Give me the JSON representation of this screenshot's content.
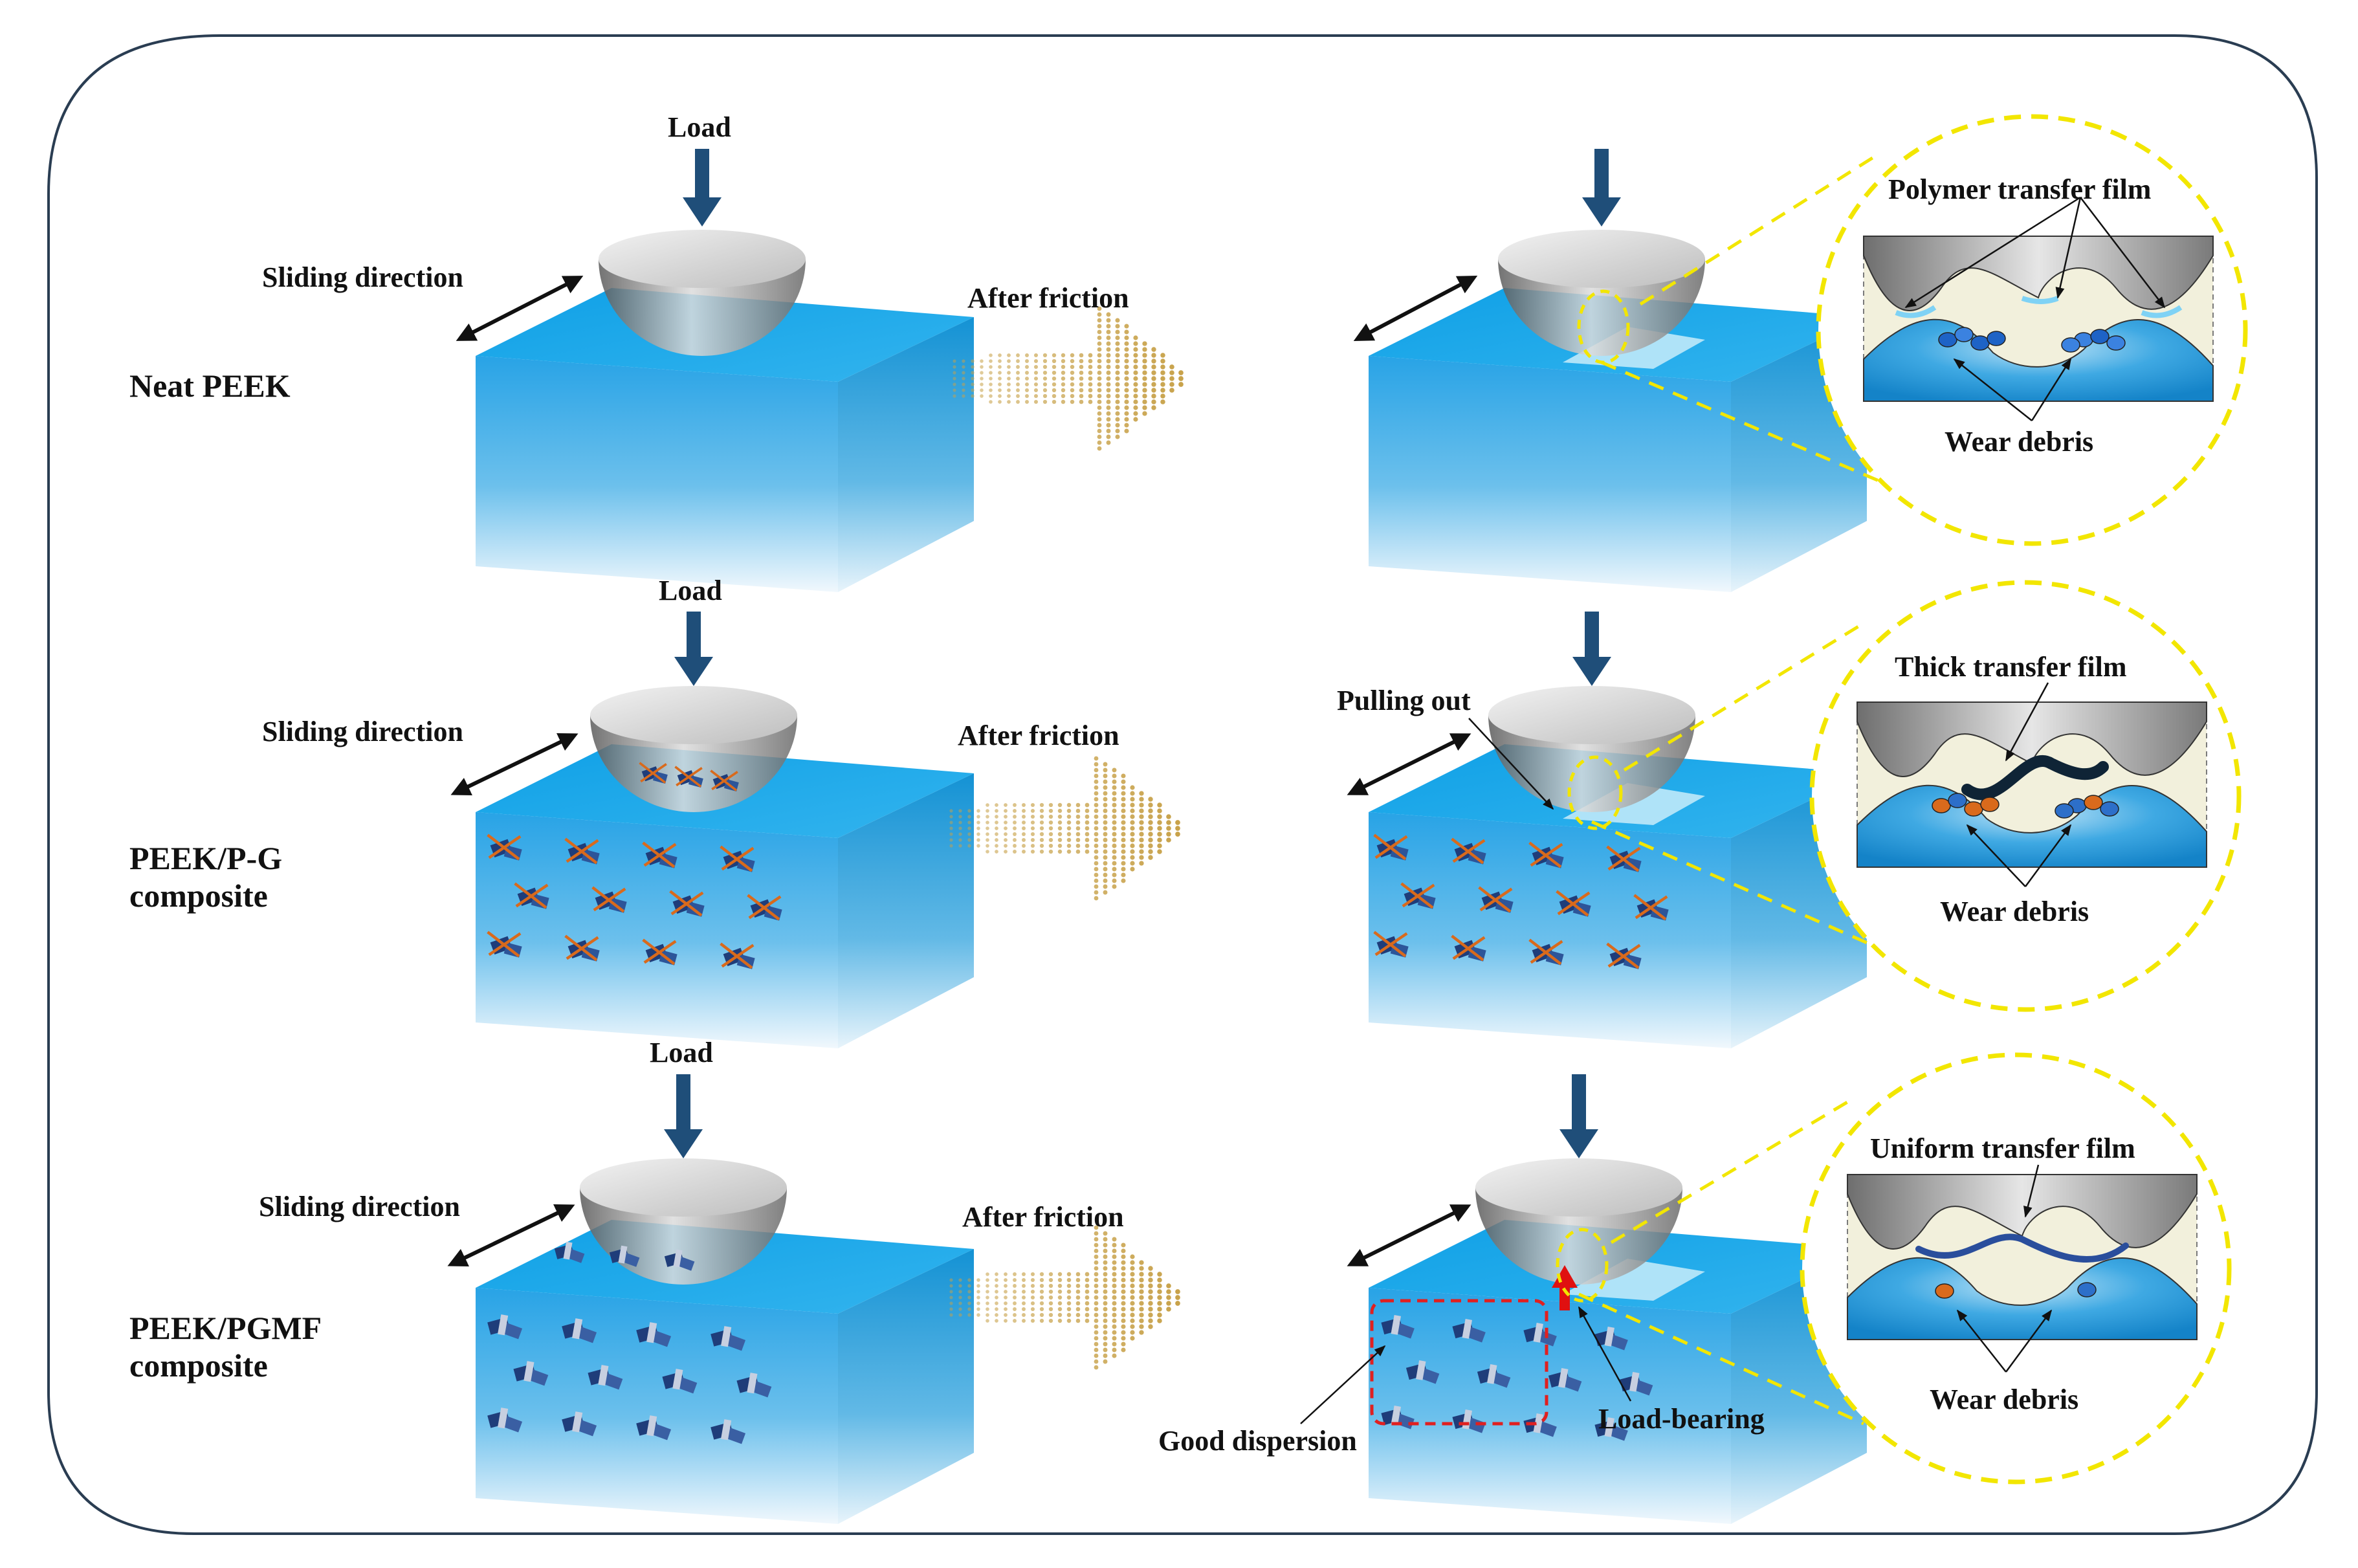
{
  "rows": [
    {
      "id": "neat-peek",
      "material_label": "Neat PEEK",
      "load_label": "Load",
      "sliding_label": "Sliding direction",
      "arrow_label": "After friction",
      "zoom": {
        "film_label": "Polymer transfer film",
        "debris_label": "Wear debris"
      }
    },
    {
      "id": "peek-pg",
      "material_label": "PEEK/P-G\ncomposite",
      "load_label": "Load",
      "sliding_label": "Sliding direction",
      "arrow_label": "After friction",
      "annotation": "Pulling out",
      "zoom": {
        "film_label": "Thick transfer film",
        "debris_label": "Wear debris"
      }
    },
    {
      "id": "peek-pgmf",
      "material_label": "PEEK/PGMF\ncomposite",
      "load_label": "Load",
      "sliding_label": "Sliding direction",
      "arrow_label": "After friction",
      "annotation_dispersion": "Good dispersion",
      "annotation_load": "Load-bearing",
      "zoom": {
        "film_label": "Uniform transfer film",
        "debris_label": "Wear debris"
      }
    }
  ],
  "colors": {
    "block_top": "#1aa6e4",
    "block_side": "#2fa7e6",
    "load_arrow": "#1f4e79",
    "friction_arrow": "#c8a24a",
    "zoom_circle": "#f2e600",
    "filler_blue": "#1f3d7a",
    "filler_orange": "#d96a1c",
    "dispersion_box": "#e02020",
    "load_bearing_arrow": "#e01010"
  }
}
